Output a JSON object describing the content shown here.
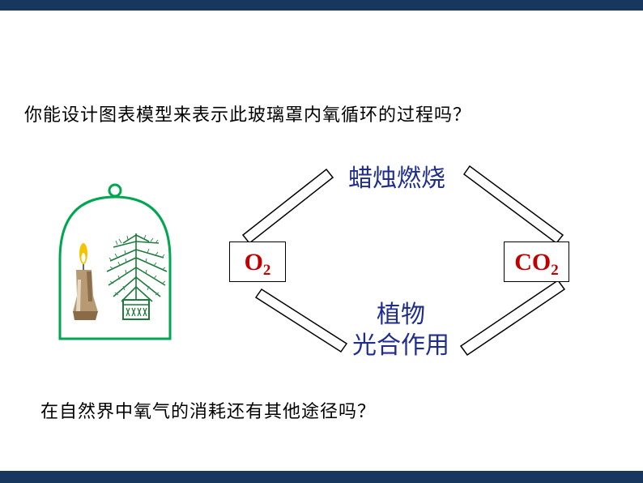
{
  "question_top": "你能设计图表模型来表示此玻璃罩内氧循环的过程吗？",
  "question_bottom": "在自然界中氧气的消耗还有其他途径吗？",
  "nodes": {
    "oxygen": {
      "main": "O",
      "sub": "2"
    },
    "carbon_dioxide": {
      "main": "CO",
      "sub": "2"
    }
  },
  "processes": {
    "candle_burning": "蜡烛燃烧",
    "plant_line1": "植物",
    "plant_line2": "光合作用"
  },
  "colors": {
    "frame_bar": "#17375e",
    "node_text": "#c00000",
    "process_text": "#1f2e8c",
    "bell_jar": "#00a650",
    "plant": "#1c7a3a"
  }
}
